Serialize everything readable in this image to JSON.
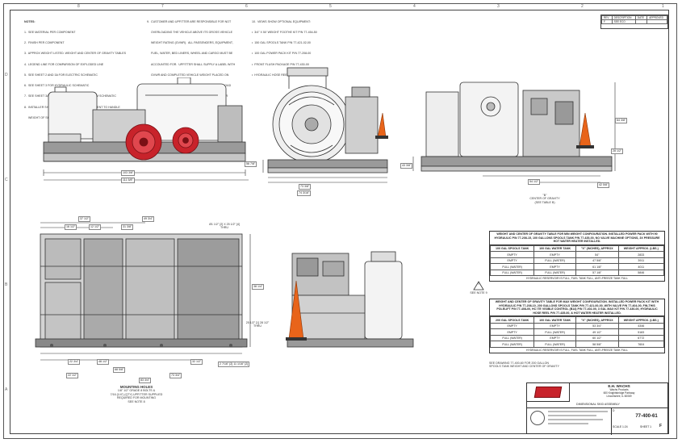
{
  "notes": {
    "heading": "NOTES:",
    "left": [
      "1.  SEE MATERIAL PER COMPONENT",
      "2.  FINISH PER COMPONENT",
      "3.  APPROX WEIGHT LISTED. WEIGHT AND CENTER OF GRAVITY TABLES",
      "4.  LEGEND LINE FOR COMPARISON OF EXPLODED LINE",
      "5.  SEE SHEET 2 AND 3A FOR ELECTRIC SCHEMATIC",
      "6.  SEE SHEET 3 FOR HYDRAULIC SCHEMATIC",
      "7.  SEE SHEET 3A FOR PRESSURE WASHER SYSTEM SCHEMATIC",
      "8.  INSTALLER SHALL MODIFY TO A FRAME EQUIVALENT TO HANDLE",
      "     WEIGHT OF SKID WITH FULL SPOOLS AND FULL WATER"
    ],
    "middle": [
      "9.  CUSTOMER AND UPFITTER ARE RESPONSIBLE FOR NOT",
      "     OVERLOADING THE VEHICLE ABOVE ITS GROSS VEHICLE",
      "     WEIGHT RATING (GVWR).  ALL PASSENGERS, EQUIPMENT,",
      "     FUEL, WATER, BED LINERS, WHEEL AND CARGO MUST BE",
      "     ACCOUNTED FOR.  UPFITTER SHALL SUPPLY A LABEL WITH",
      "     GVWR AND COMPLETED VEHICLE WEIGHT PLACED ON",
      "     THE DRIVER DOOR JAMB.  CUSTOMER SHALL NOT LOAD",
      "     THE VEHICLE ABOVE ITS GVWR.  SPOOLS AND WATER",
      "     WEIGHTS FOR THE SUPPLIED VINYL CONFIGURATION, ARE",
      "     PROVIDED ON THE VINYL (SEE SHEET 6 FOR LABEL",
      "     INFORMATION AND PLACEMENT)."
    ],
    "right_heading": "10.  VIEWS SHOW OPTIONAL EQUIPMENT:",
    "right": [
      "•  3/4\" X 50' WEIGHT FOOTHE KIT P/N 77-454-50",
      "•  150 GAL SPOOLS TANK P/N 77-421-02-00",
      "•  100 GAL POWER PACK KIT P/N 77-208-00",
      "•  FRONT FLUSH PACKAGE P/N 77-430-00",
      "•  HYDRAULIC HOSE REEL KIT P/N 77-435-00"
    ]
  },
  "dims": {
    "front_overall": "103 3/8\"",
    "front_total": "111 5/8\"",
    "side_a": "73 3/8\"",
    "side_b": "74 3/16\"",
    "side_h": "56 7/8\"",
    "right_h1": "64 3/8\"",
    "right_h2": "28 1/2\"",
    "right_w1": "43 3/8\"",
    "right_w2": "54 1/2\"",
    "right_w3": "42 5/8\"",
    "cg_label": "\"B\"\nCENTER OF GRAVITY\n(SEE TABLE B)",
    "plan_top1": "37 1/2\"",
    "plan_top2": "49 3/4\"",
    "plan_top3": "16 1/2\"",
    "plan_top4": "12 1/2\"",
    "plan_top5": "31 3/8\"",
    "plan_holes": "Ø1 1/2\" [2] X 25 1/2\" [4]\nTHRU",
    "plan_side1": "38 1/4\"",
    "plan_side2": "25 1/2\" [1] 28 1/2\"\nTHRU",
    "plan_bot1": "22 3/4\"",
    "plan_bot2": "48 1/2\"",
    "plan_bot3": "32 1/2\"",
    "plan_bot4": "68 5/8\"",
    "plan_bot5": "83 3/4\"",
    "plan_bot6": "73 3/4\"",
    "plan_bot7": "22 1/2\"",
    "plan_bot8": "2 7/16\" [2] 11 1/16\" [2]"
  },
  "mounting": {
    "title": "MOUNTING HOLES",
    "text": "1/8\" 1/2\" GRADE 8 BOLTS &\n7/16 (1/4\") (QTY) UPFITTER SUPPLIED\nREQUIRED FOR MOUNTING\nSEE NOTE 8"
  },
  "table_a": {
    "caption": "WEIGHT AND CENTER OF GRAVITY TABLE FOR MIN WEIGHT CONFIGURATION. INSTALLED POWER PACK WITH 90 HYDRAULIC P/N 77-208-15, 100 GALLONS SPOOLS TANK P/N 77-435-00, NO VALVE MACHINE OPTIONS, 3X PRESSURE HOT WATER HEATER INSTALLED.",
    "headers": [
      "100 GAL SPOOLS TANK",
      "100 GAL WATER TANK",
      "\"X\" (INCHES), APPROX",
      "WEIGHT APPROX. (LBS.)"
    ],
    "rows": [
      [
        "EMPTY",
        "EMPTY",
        "54\"",
        "2833"
      ],
      [
        "EMPTY",
        "FULL (WATER)",
        "47 5/8\"",
        "3911"
      ],
      [
        "FULL (WATER)",
        "EMPTY",
        "61 1/8\"",
        "4011"
      ],
      [
        "FULL (WATER)",
        "FULL (WATER)",
        "57 1/8\"",
        "5846"
      ]
    ],
    "foot": "HYDRAULIC RESERVOIR IS FULL, FUEL TANK FULL, ANTI-FREEZE TANK FULL"
  },
  "table_b": {
    "caption": "WEIGHT AND CENTER OF GRAVITY TABLE FOR MAX WEIGHT CONFIGURATION. INSTALLED POWER PACK KIT WITH HYDRAULIC P/N 77-208-10, 200 GALLONS SPOOLS TANK P/N 77-421-00-00, WITH VALVE P/N 77-404-00, FIN-THIS POLELIFT P/N 77-408-00, HC ITE VISIBLE CONTROL (B14) P/N 77-402-00, 3 GAL MAX KIT P/N 77-430-00, HYDRAULIC HOSE REEL P/N 77-435-00, & HOT WATER HEATER INSTALLED.",
    "headers": [
      "200 GAL SPOOLS TANK",
      "100 GAL WATER TANK",
      "\"X\" (INCHES), APPROX",
      "WEIGHT APPROX. (LBS.)"
    ],
    "rows": [
      [
        "EMPTY",
        "EMPTY",
        "53 3/4\"",
        "4346"
      ],
      [
        "EMPTY",
        "FULL (WATER)",
        "49 1/2\"",
        "5183"
      ],
      [
        "FULL (WATER)",
        "EMPTY",
        "60 1/2\"",
        "6772"
      ],
      [
        "FULL (WATER)",
        "FULL (WATER)",
        "58 5/8\"",
        "7604"
      ]
    ],
    "foot": "HYDRAULIC RESERVOIR IS FULL, FUEL TANK FULL, ANTI-FREEZE TANK FULL"
  },
  "warning": {
    "symbol": "!",
    "text": "SEE NOTE 9"
  },
  "see_drawing_note": "SEE DRAWING 77-400-60 FOR 200 GALLON\nSPOOLS TANK WEIGHT AND CENTER OF GRAVITY",
  "title_block": {
    "company": "E.H. WACHS",
    "company_sub": "Wachs Products\n600 Knightsbridge Parkway\nLincolnshire, IL 60069",
    "title": "DIMENSIONAL SKID ASSEMBLY",
    "drawing_no": "77-400-61",
    "rev": "F",
    "sheet": "SHEET 1",
    "size": "D",
    "scale": "SCALE 1:24"
  },
  "rev_block": {
    "headers": [
      "REV",
      "DESCRIPTION",
      "DATE",
      "APPROVED"
    ],
    "rows": [
      [
        "F",
        "SEE ECO",
        "",
        ""
      ]
    ]
  },
  "zones": {
    "top": [
      "8",
      "7",
      "6",
      "5",
      "4",
      "3",
      "2",
      "1"
    ],
    "side": [
      "D",
      "C",
      "B",
      "A"
    ]
  },
  "colors": {
    "reel_red": "#c8232b",
    "cone_orange": "#e8641a",
    "ink": "#333333"
  }
}
